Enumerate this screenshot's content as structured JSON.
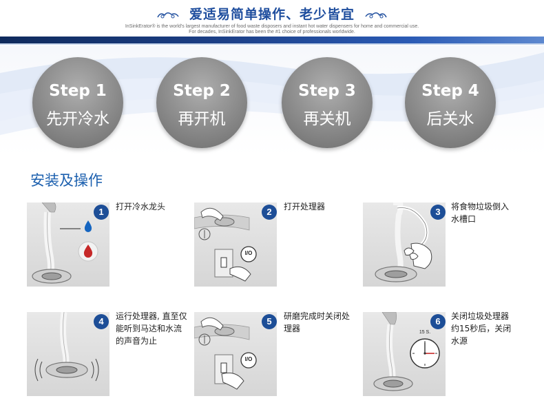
{
  "header": {
    "title": "爱适易简单操作、老少皆宜",
    "subtitle_line1": "InSinkErator® is the world's largest manufacturer of food waste disposers and instant hot water dispensers for home and commercial use.",
    "subtitle_line2": "For decades, InSinkErator has been the #1 choice of professionals worldwide."
  },
  "steps": [
    {
      "label": "Step 1",
      "text": "先开冷水"
    },
    {
      "label": "Step 2",
      "text": "再开机"
    },
    {
      "label": "Step 3",
      "text": "再关机"
    },
    {
      "label": "Step 4",
      "text": "后关水"
    }
  ],
  "section_title": "安装及操作",
  "instructions": [
    {
      "number": "1",
      "text": "打开冷水龙头"
    },
    {
      "number": "2",
      "text": "打开处理器"
    },
    {
      "number": "3",
      "text": "将食物垃圾倒入水槽口"
    },
    {
      "number": "4",
      "text": "运行处理器, 直至仅能听到马达和水流的声音为止"
    },
    {
      "number": "5",
      "text": "研磨完成时关闭处理器"
    },
    {
      "number": "6",
      "text": "关闭垃圾处理器约15秒后，关闭水源"
    }
  ],
  "labels": {
    "switch": "I/O",
    "timer": "15 S."
  },
  "colors": {
    "brand_blue": "#1d4e97",
    "title_blue": "#1f4e9e",
    "cold_water": "#1565c0",
    "hot_water": "#c62828"
  }
}
